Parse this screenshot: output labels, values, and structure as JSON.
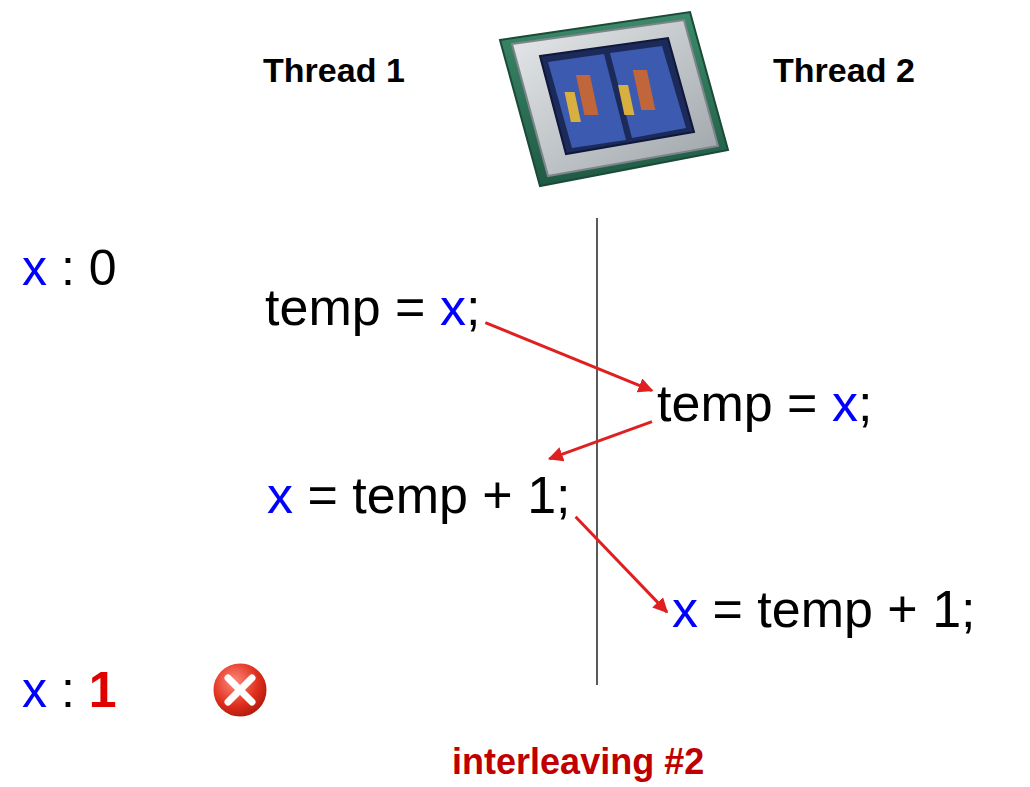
{
  "diagram": {
    "nodes": [
      {
        "text": [
          "temp = x;"
        ]
      },
      {
        "text": [
          "temp = x;"
        ]
      },
      {
        "text": [
          "x = temp + 1;"
        ]
      },
      {
        "text": [
          "x = temp + 1;"
        ]
      }
    ],
    "edges": [
      {
        "from": 0,
        "to": 1,
        "arrow": "to"
      },
      {
        "from": 1,
        "to": 2,
        "arrow": "to"
      },
      {
        "from": 2,
        "to": 3,
        "arrow": "to"
      }
    ],
    "labels": [
      "Thread 1",
      "Thread 2",
      "x : 0",
      "x : 1",
      "interleaving #2"
    ]
  }
}
